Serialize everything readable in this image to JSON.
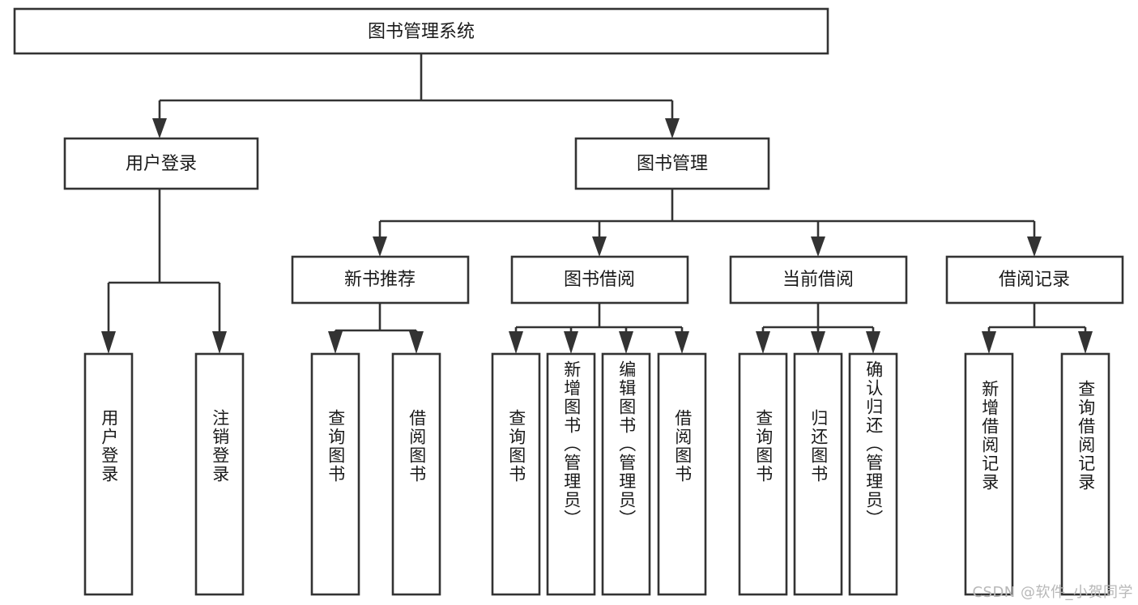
{
  "diagram": {
    "type": "tree-hierarchy-chart",
    "title": "图书管理系统",
    "background_color": "#ffffff",
    "border_color": "#333333",
    "text_color": "#1a1a1a",
    "root": {
      "id": "root",
      "label": "图书管理系统",
      "orientation": "horizontal"
    },
    "level2": [
      {
        "id": "user-login",
        "label": "用户登录",
        "orientation": "horizontal"
      },
      {
        "id": "book-management",
        "label": "图书管理",
        "orientation": "horizontal"
      }
    ],
    "level3": [
      {
        "id": "new-book-recommend",
        "label": "新书推荐",
        "orientation": "horizontal",
        "parent": "book-management"
      },
      {
        "id": "book-borrow",
        "label": "图书借阅",
        "orientation": "horizontal",
        "parent": "book-management"
      },
      {
        "id": "current-borrow",
        "label": "当前借阅",
        "orientation": "horizontal",
        "parent": "book-management"
      },
      {
        "id": "borrow-record",
        "label": "借阅记录",
        "orientation": "horizontal",
        "parent": "book-management"
      }
    ],
    "leaves": [
      {
        "id": "leaf-user-login",
        "label": "用户登录",
        "parent": "user-login",
        "orientation": "vertical"
      },
      {
        "id": "leaf-user-logout",
        "label": "注销登录",
        "parent": "user-login",
        "orientation": "vertical"
      },
      {
        "id": "leaf-query-book-1",
        "label": "查询图书",
        "parent": "new-book-recommend",
        "orientation": "vertical"
      },
      {
        "id": "leaf-borrow-book-1",
        "label": "借阅图书",
        "parent": "new-book-recommend",
        "orientation": "vertical"
      },
      {
        "id": "leaf-query-book-2",
        "label": "查询图书",
        "parent": "book-borrow",
        "orientation": "vertical"
      },
      {
        "id": "leaf-add-book",
        "label": "新增图书（管理员）",
        "parent": "book-borrow",
        "orientation": "vertical"
      },
      {
        "id": "leaf-edit-book",
        "label": "编辑图书（管理员）",
        "parent": "book-borrow",
        "orientation": "vertical"
      },
      {
        "id": "leaf-borrow-book-2",
        "label": "借阅图书",
        "parent": "book-borrow",
        "orientation": "vertical"
      },
      {
        "id": "leaf-query-book-3",
        "label": "查询图书",
        "parent": "current-borrow",
        "orientation": "vertical"
      },
      {
        "id": "leaf-return-book",
        "label": "归还图书",
        "parent": "current-borrow",
        "orientation": "vertical"
      },
      {
        "id": "leaf-confirm-return",
        "label": "确认归还（管理员）",
        "parent": "current-borrow",
        "orientation": "vertical"
      },
      {
        "id": "leaf-add-record",
        "label": "新增借阅记录",
        "parent": "borrow-record",
        "orientation": "vertical"
      },
      {
        "id": "leaf-query-record",
        "label": "查询借阅记录",
        "parent": "borrow-record",
        "orientation": "vertical"
      }
    ]
  },
  "watermark": {
    "text": "CSDN @软件_小贺同学"
  }
}
